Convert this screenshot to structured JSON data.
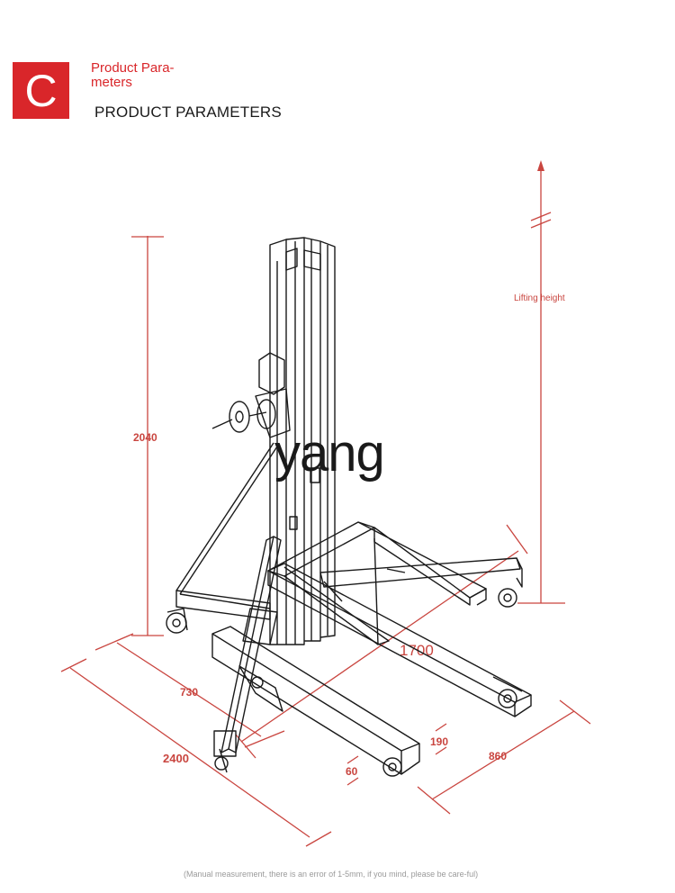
{
  "header": {
    "badge_letter": "C",
    "title_cn": "Product Para-meters",
    "title_en": "PRODUCT PARAMETERS"
  },
  "dimensions": {
    "height_total": "2040",
    "lifting_height": "Lifting height",
    "width_1700": "1700",
    "depth_730": "730",
    "length_2400": "2400",
    "leg_190": "190",
    "leg_60": "60",
    "base_860": "860"
  },
  "watermark": "yang",
  "footnote": "(Manual measurement, there is an error of 1-5mm, if you mind, please be care-ful)",
  "colors": {
    "accent": "#d9262a",
    "dimension_line": "#c9453f",
    "drawing": "#1a1a1a"
  }
}
